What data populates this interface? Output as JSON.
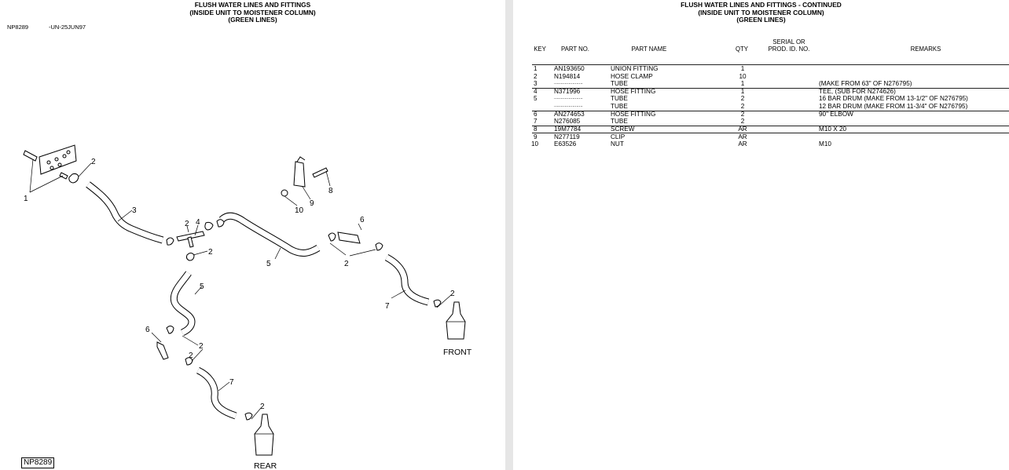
{
  "left": {
    "title_lines": [
      "FLUSH WATER LINES AND FITTINGS",
      "(INSIDE UNIT TO MOISTENER COLUMN)",
      "(GREEN LINES)"
    ],
    "figure_id": "NP8289",
    "date_code": "-UN-25JUN97",
    "figure_box_label": "NP8289",
    "label_front": "FRONT",
    "label_rear": "REAR",
    "callouts": {
      "c1": "1",
      "c2a": "2",
      "c3": "3",
      "c2b": "2",
      "c4": "4",
      "c2c": "2",
      "c5a": "5",
      "c8": "8",
      "c9": "9",
      "c10": "10",
      "c6a": "6",
      "c2d": "2",
      "c7a": "7",
      "c2e": "2",
      "c5b": "5",
      "c6b": "6",
      "c2f": "2",
      "c2g": "2",
      "c7b": "7",
      "c2h": "2"
    }
  },
  "right": {
    "title_lines": [
      "FLUSH WATER LINES AND FITTINGS - CONTINUED",
      "(INSIDE UNIT TO MOISTENER COLUMN)",
      "(GREEN LINES)"
    ],
    "headers": {
      "key": "KEY",
      "part_no": "PART NO.",
      "part_name": "PART NAME",
      "qty": "QTY",
      "serial_1": "SERIAL OR",
      "serial_2": "PROD. ID. NO.",
      "remarks": "REMARKS"
    },
    "rows": [
      {
        "key": "1",
        "part_no": "AN193650",
        "name": "UNION FITTING",
        "qty": "1",
        "remarks": ""
      },
      {
        "key": "2",
        "part_no": "N194814",
        "name": "HOSE CLAMP",
        "qty": "10",
        "remarks": ""
      },
      {
        "key": "3",
        "part_no": "......................",
        "name": "TUBE",
        "qty": "1",
        "remarks": "(MAKE FROM 63\" OF N276795)"
      },
      {
        "key": "4",
        "part_no": "N371996",
        "name": "HOSE FITTING",
        "qty": "1",
        "remarks": "TEE, (SUB FOR N274626)"
      },
      {
        "key": "5",
        "part_no": "......................",
        "name": "TUBE",
        "qty": "2",
        "remarks": "16 BAR DRUM (MAKE FROM 13-1/2\" OF N276795)"
      },
      {
        "key": "",
        "part_no": "......................",
        "name": "TUBE",
        "qty": "2",
        "remarks": "12 BAR DRUM (MAKE FROM 11-3/4\" OF N276795)"
      },
      {
        "key": "6",
        "part_no": "AN274653",
        "name": "HOSE FITTING",
        "qty": "2",
        "remarks": "90\" ELBOW"
      },
      {
        "key": "7",
        "part_no": "N276085",
        "name": "TUBE",
        "qty": "2",
        "remarks": ""
      },
      {
        "key": "8",
        "part_no": "19M7784",
        "name": "SCREW",
        "qty": "AR",
        "remarks": "M10 X 20"
      },
      {
        "key": "9",
        "part_no": "N277119",
        "name": "CLIP",
        "qty": "AR",
        "remarks": ""
      },
      {
        "key": "10",
        "part_no": "E63526",
        "name": "NUT",
        "qty": "AR",
        "remarks": "M10"
      }
    ]
  }
}
